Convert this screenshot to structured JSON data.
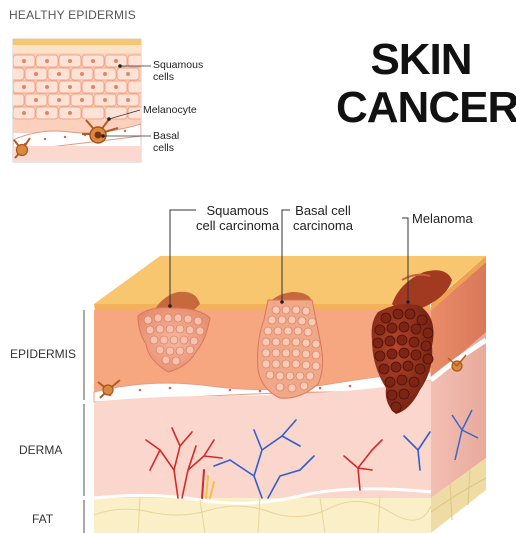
{
  "inset": {
    "title": "HEALTHY EPIDERMIS",
    "labels": {
      "squamous": "Squamous\ncells",
      "melanocyte": "Melanocyte",
      "basal": "Basal\ncells"
    }
  },
  "title": {
    "line1": "SKIN",
    "line2": "CANCER"
  },
  "callouts": {
    "squamous": "Squamous\ncell carcinoma",
    "basal": "Basal cell\ncarcinoma",
    "melanoma": "Melanoma"
  },
  "layers": {
    "epidermis": "EPIDERMIS",
    "derma": "DERMA",
    "fat": "FAT"
  },
  "colors": {
    "epidermis": "#f7a77f",
    "top_surface": "#f8c66f",
    "derma": "#fbd6cc",
    "fat": "#fbefc8",
    "melanoma": "#8f2a1a",
    "artery": "#d32a2a",
    "vein": "#2f5fd0"
  }
}
